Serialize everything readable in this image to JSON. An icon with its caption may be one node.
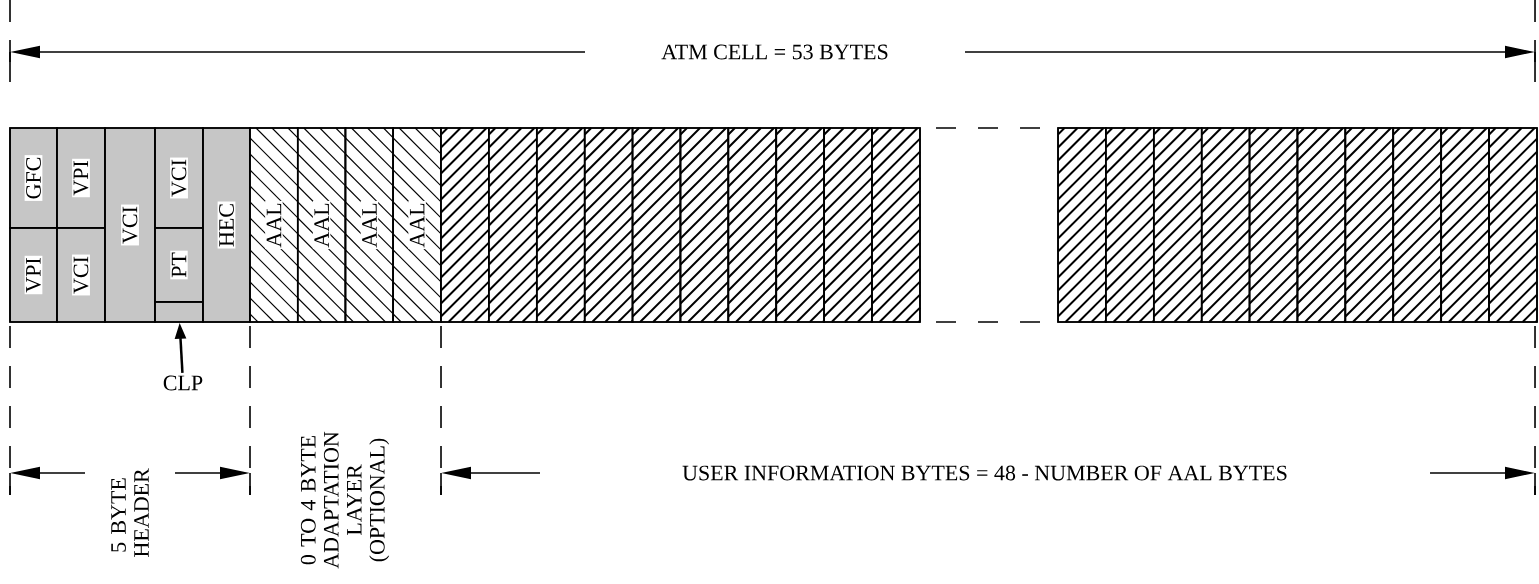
{
  "diagram": {
    "nodes": [
      {
        "text": [
          "GFC"
        ]
      },
      {
        "text": [
          "VPI"
        ]
      },
      {
        "text": [
          "VPI"
        ]
      },
      {
        "text": [
          "VCI"
        ]
      },
      {
        "text": [
          "VCI"
        ]
      },
      {
        "text": [
          "VCI"
        ]
      },
      {
        "text": [
          "PT"
        ]
      },
      {
        "text": [],
        "shape": "box"
      },
      {
        "text": [
          "HEC"
        ]
      },
      {
        "text": [
          "AAL"
        ]
      },
      {
        "text": [
          "AAL"
        ]
      },
      {
        "text": [
          "AAL"
        ]
      },
      {
        "text": [
          "AAL"
        ]
      },
      {
        "text": [],
        "shape": "bar"
      },
      {
        "text": [],
        "shape": "bar"
      },
      {
        "text": [],
        "shape": "bar"
      },
      {
        "text": [],
        "shape": "bar"
      },
      {
        "text": [],
        "shape": "bar"
      },
      {
        "text": [],
        "shape": "bar"
      },
      {
        "text": [],
        "shape": "bar"
      },
      {
        "text": [],
        "shape": "bar"
      },
      {
        "text": [],
        "shape": "bar"
      },
      {
        "text": [],
        "shape": "bar"
      },
      {
        "text": [],
        "shape": "bar"
      },
      {
        "text": [],
        "shape": "bar"
      },
      {
        "text": [],
        "shape": "bar"
      },
      {
        "text": [],
        "shape": "bar"
      },
      {
        "text": [],
        "shape": "bar"
      },
      {
        "text": [],
        "shape": "bar"
      },
      {
        "text": [],
        "shape": "bar"
      },
      {
        "text": [],
        "shape": "bar"
      },
      {
        "text": [],
        "shape": "bar"
      },
      {
        "text": [],
        "shape": "bar"
      },
      {
        "text": [
          "CLP"
        ]
      }
    ],
    "edges": [
      {
        "from": 33,
        "to": 7,
        "arrow": "to"
      }
    ],
    "labels": [
      "ATM CELL = 53 BYTES",
      "5 BYTE HEADER",
      "0 TO 4 BYTE ADAPTATION LAYER (OPTIONAL)",
      "USER INFORMATION BYTES = 48 - NUMBER OF AAL BYTES"
    ]
  }
}
